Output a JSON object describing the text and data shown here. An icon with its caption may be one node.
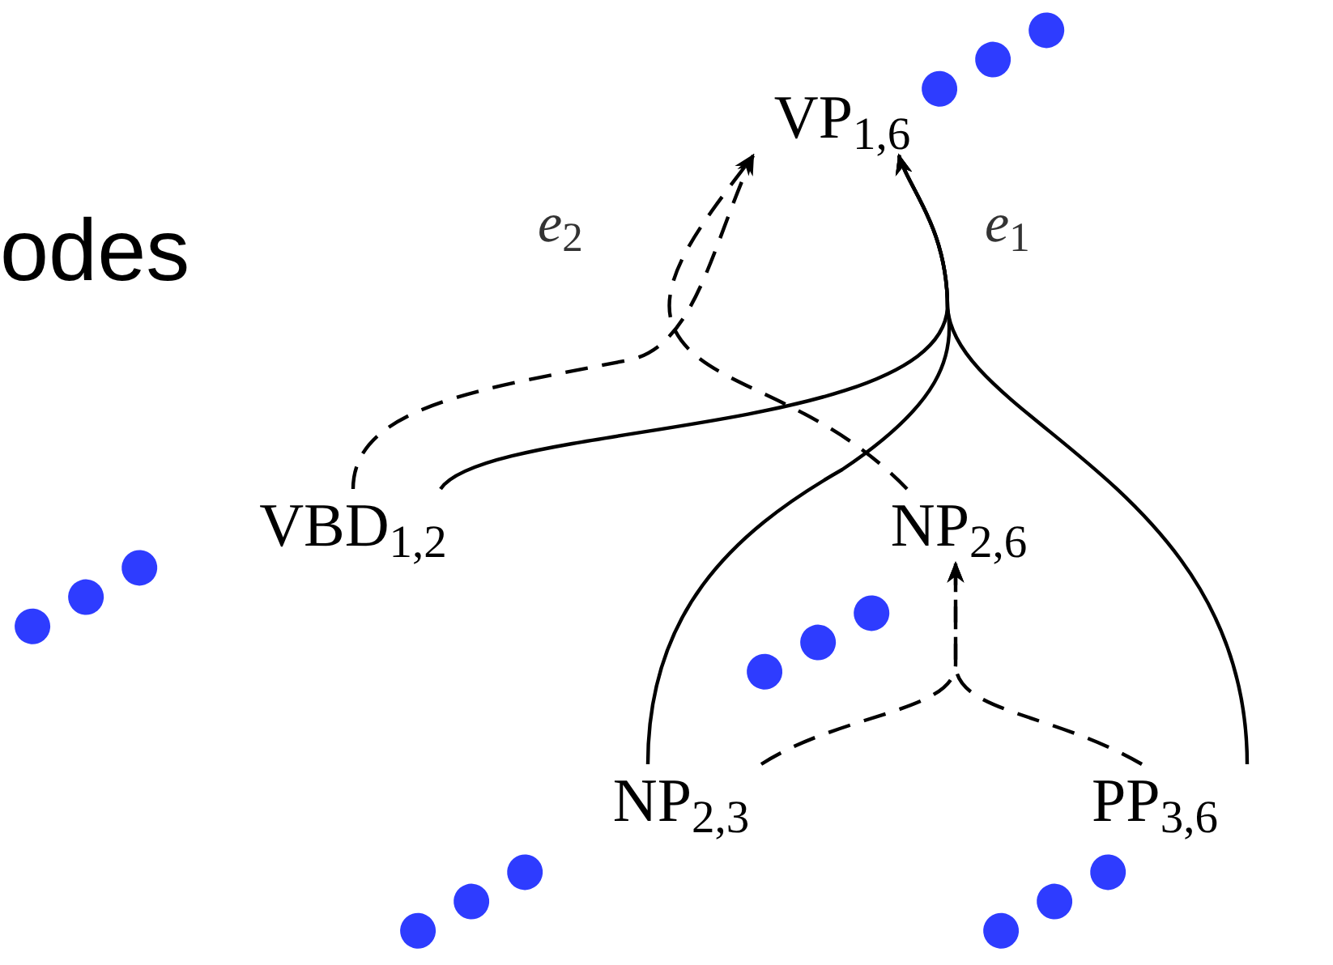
{
  "diagram": {
    "nodes": [
      {
        "text": [
          "VP$_{1,6}$"
        ]
      },
      {
        "text": [
          "VBD$_{1,2}$"
        ]
      },
      {
        "text": [
          "NP$_{2,6}$"
        ]
      },
      {
        "text": [
          "NP$_{2,3}$"
        ]
      },
      {
        "text": [
          "PP$_{3,6}$"
        ]
      }
    ],
    "edges": [
      {
        "from": 1,
        "to": 0,
        "arrow": "to"
      },
      {
        "from": 3,
        "to": 0,
        "arrow": "to",
        "label": "*e*$_{1}$"
      },
      {
        "from": 4,
        "to": 0,
        "arrow": "to"
      },
      {
        "from": 1,
        "to": 0,
        "arrow": "to",
        "style": "dashed",
        "label": "*e*$_{2}$"
      },
      {
        "from": 2,
        "to": 0,
        "arrow": "to",
        "style": "dashed"
      },
      {
        "from": 3,
        "to": 2,
        "arrow": "to",
        "style": "dashed"
      },
      {
        "from": 4,
        "to": 2,
        "arrow": "to",
        "style": "dashed"
      }
    ],
    "labels": [
      "odes"
    ]
  }
}
